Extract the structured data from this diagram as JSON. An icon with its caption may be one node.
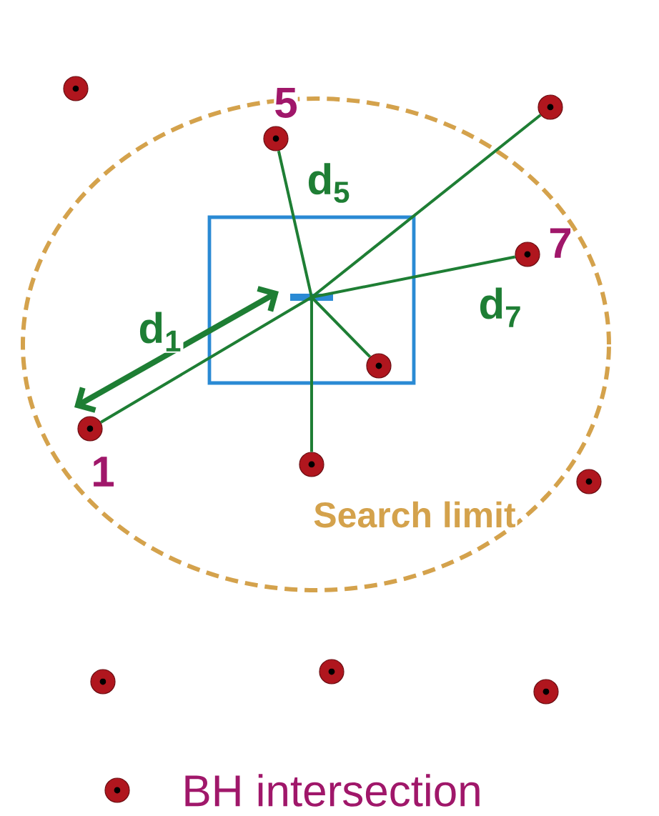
{
  "diagram": {
    "nodes": [
      {
        "text": [
          "Search limit"
        ]
      },
      {
        "text": [],
        "shape": "circle"
      },
      {
        "text": [],
        "shape": "circle",
        "in": 0,
        "beside": [
          "5"
        ]
      },
      {
        "text": [],
        "shape": "circle"
      },
      {
        "text": [],
        "shape": "box",
        "in": 0
      },
      {
        "text": [],
        "shape": "bar",
        "in": 4
      },
      {
        "text": [],
        "shape": "circle",
        "in": 0,
        "beside": [
          "7"
        ]
      },
      {
        "text": [],
        "shape": "circle",
        "in": 4
      },
      {
        "text": [],
        "shape": "circle",
        "in": 0,
        "beside": [
          "1"
        ]
      },
      {
        "text": [],
        "shape": "circle",
        "in": 0
      },
      {
        "text": [],
        "shape": "circle"
      },
      {
        "text": [],
        "shape": "circle"
      },
      {
        "text": [],
        "shape": "circle"
      },
      {
        "text": [],
        "shape": "circle"
      }
    ],
    "edges": [
      {
        "from": 5,
        "to": 2,
        "arrow": "none",
        "label": "d$_{5}$"
      },
      {
        "from": 5,
        "to": 3,
        "arrow": "none"
      },
      {
        "from": 5,
        "to": 6,
        "arrow": "none",
        "label": "d$_{7}$"
      },
      {
        "from": 5,
        "to": 7,
        "arrow": "none"
      },
      {
        "from": 5,
        "to": 9,
        "arrow": "none"
      },
      {
        "from": 5,
        "to": 8,
        "arrow": "none"
      }
    ],
    "labels": [
      "d$_{1}$"
    ],
    "legend": [
      {
        "text": "BH intersection"
      }
    ]
  }
}
